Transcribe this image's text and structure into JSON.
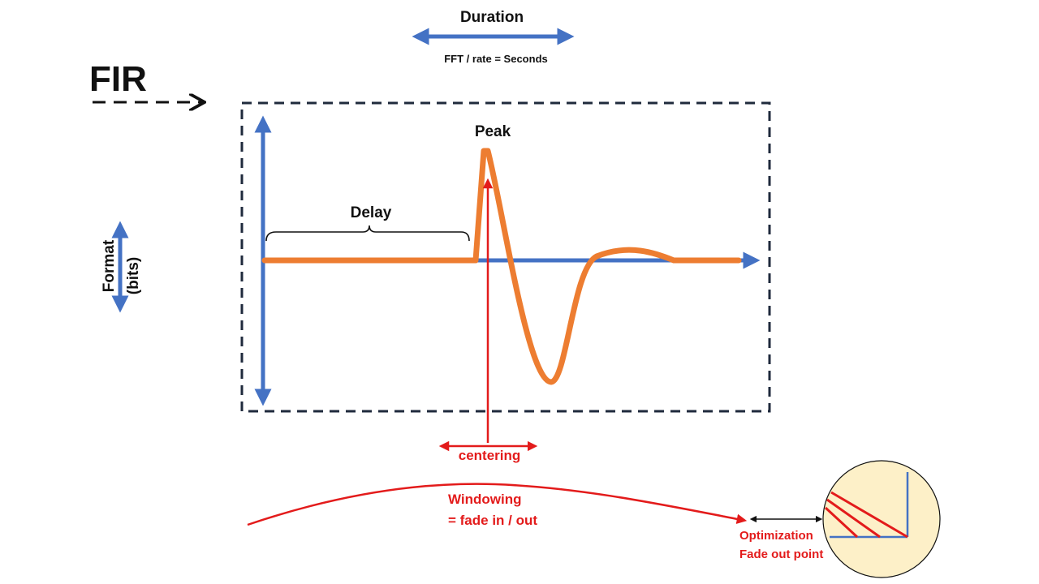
{
  "title": "FIR",
  "duration": {
    "label": "Duration",
    "formula": "FFT / rate = Seconds"
  },
  "format": {
    "line1": "Format",
    "line2": "(bits)"
  },
  "delay_label": "Delay",
  "peak_label": "Peak",
  "centering_label": "centering",
  "windowing": {
    "line1": "Windowing",
    "line2": "= fade in / out"
  },
  "optimization": {
    "line1": "Optimization",
    "line2": "Fade out point"
  },
  "colors": {
    "axis_blue": "#4472c4",
    "impulse_orange": "#ed7d31",
    "annotation_red": "#e31b1b",
    "inset_fill": "#fdf0c8",
    "frame_dash": "#1f2a3c"
  }
}
